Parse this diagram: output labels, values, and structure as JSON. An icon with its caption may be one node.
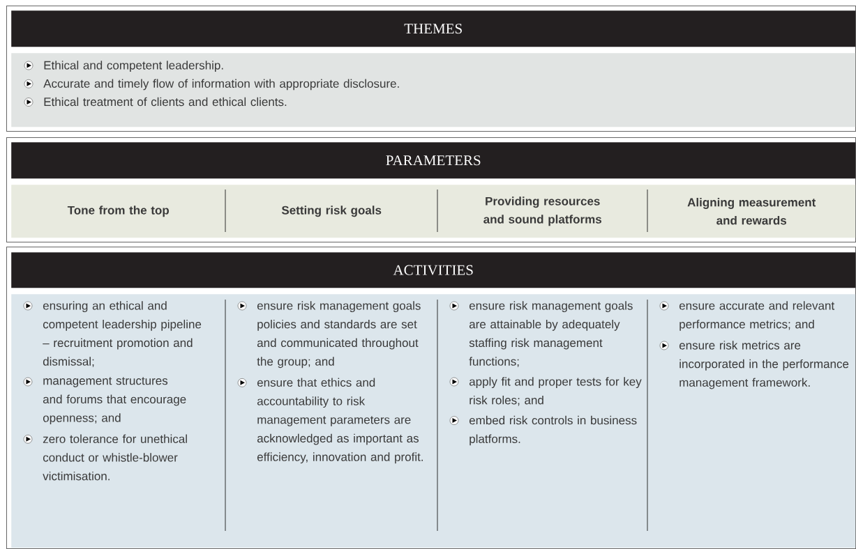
{
  "diagram": {
    "nodes": [
      {
        "text": [],
        "shape": "box"
      },
      {
        "text": [
          "THEMES"
        ],
        "in": 0
      },
      {
        "text": [
          "Ethical and competent leadership.",
          "Accurate and timely flow of information with appropriate disclosure.",
          "Ethical treatment of clients and ethical clients."
        ],
        "in": 0
      },
      {
        "text": [],
        "shape": "box"
      },
      {
        "text": [
          "PARAMETERS"
        ],
        "in": 3
      },
      {
        "text": [],
        "shape": "box",
        "in": 3
      },
      {
        "text": [
          "Tone from the top"
        ],
        "in": 5
      },
      {
        "text": [
          "Setting risk goals"
        ],
        "in": 5
      },
      {
        "text": [
          "Providing resources and sound platforms"
        ],
        "in": 5
      },
      {
        "text": [
          "Aligning measurement and rewards"
        ],
        "in": 5
      },
      {
        "text": [],
        "shape": "box"
      },
      {
        "text": [
          "ACTIVITIES"
        ],
        "in": 10
      },
      {
        "text": [],
        "shape": "box",
        "in": 10
      },
      {
        "text": [
          "ensuring an ethical and competent leadership pipeline – recruitment promotion and dismissal;",
          "management structures and forums that encourage openness; and",
          "zero tolerance for unethical conduct or whistle-blower victimisation."
        ],
        "in": 12
      },
      {
        "text": [
          "ensure risk management goals policies and standards are set and communicated throughout the group; and",
          "ensure that ethics and accountability to risk management parameters are acknowledged as important as efficiency, innovation and profit."
        ],
        "in": 12
      },
      {
        "text": [
          "ensure risk management goals are attainable by adequately staffing risk management functions;",
          "apply fit and proper tests for key risk roles; and",
          "embed risk controls in business platforms."
        ],
        "in": 12
      },
      {
        "text": [
          "ensure accurate and relevant performance metrics; and",
          "ensure risk metrics are incorporated in the performance management framework."
        ],
        "in": 12
      }
    ]
  }
}
